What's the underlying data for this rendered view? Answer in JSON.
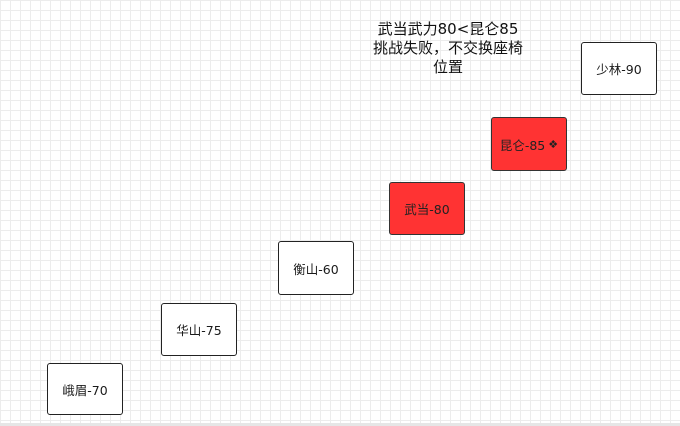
{
  "annotation": {
    "line1": "武当武力80<昆仑85",
    "line2": "挑战失败，不交换座椅",
    "line3": "位置"
  },
  "nodes": [
    {
      "id": "emei",
      "label": "峨眉-70",
      "highlighted": false
    },
    {
      "id": "huashan",
      "label": "华山-75",
      "highlighted": false
    },
    {
      "id": "hengshan",
      "label": "衡山-60",
      "highlighted": false
    },
    {
      "id": "wudang",
      "label": "武当-80",
      "highlighted": true
    },
    {
      "id": "kunlun",
      "label": "昆仑-85",
      "highlighted": true
    },
    {
      "id": "shaolin",
      "label": "少林-90",
      "highlighted": false
    }
  ],
  "colors": {
    "highlight": "#ff3333",
    "border": "#222222",
    "grid": "#e6e6e6"
  },
  "icons": {
    "kunlun_marker": "pointer-cursor-icon"
  }
}
